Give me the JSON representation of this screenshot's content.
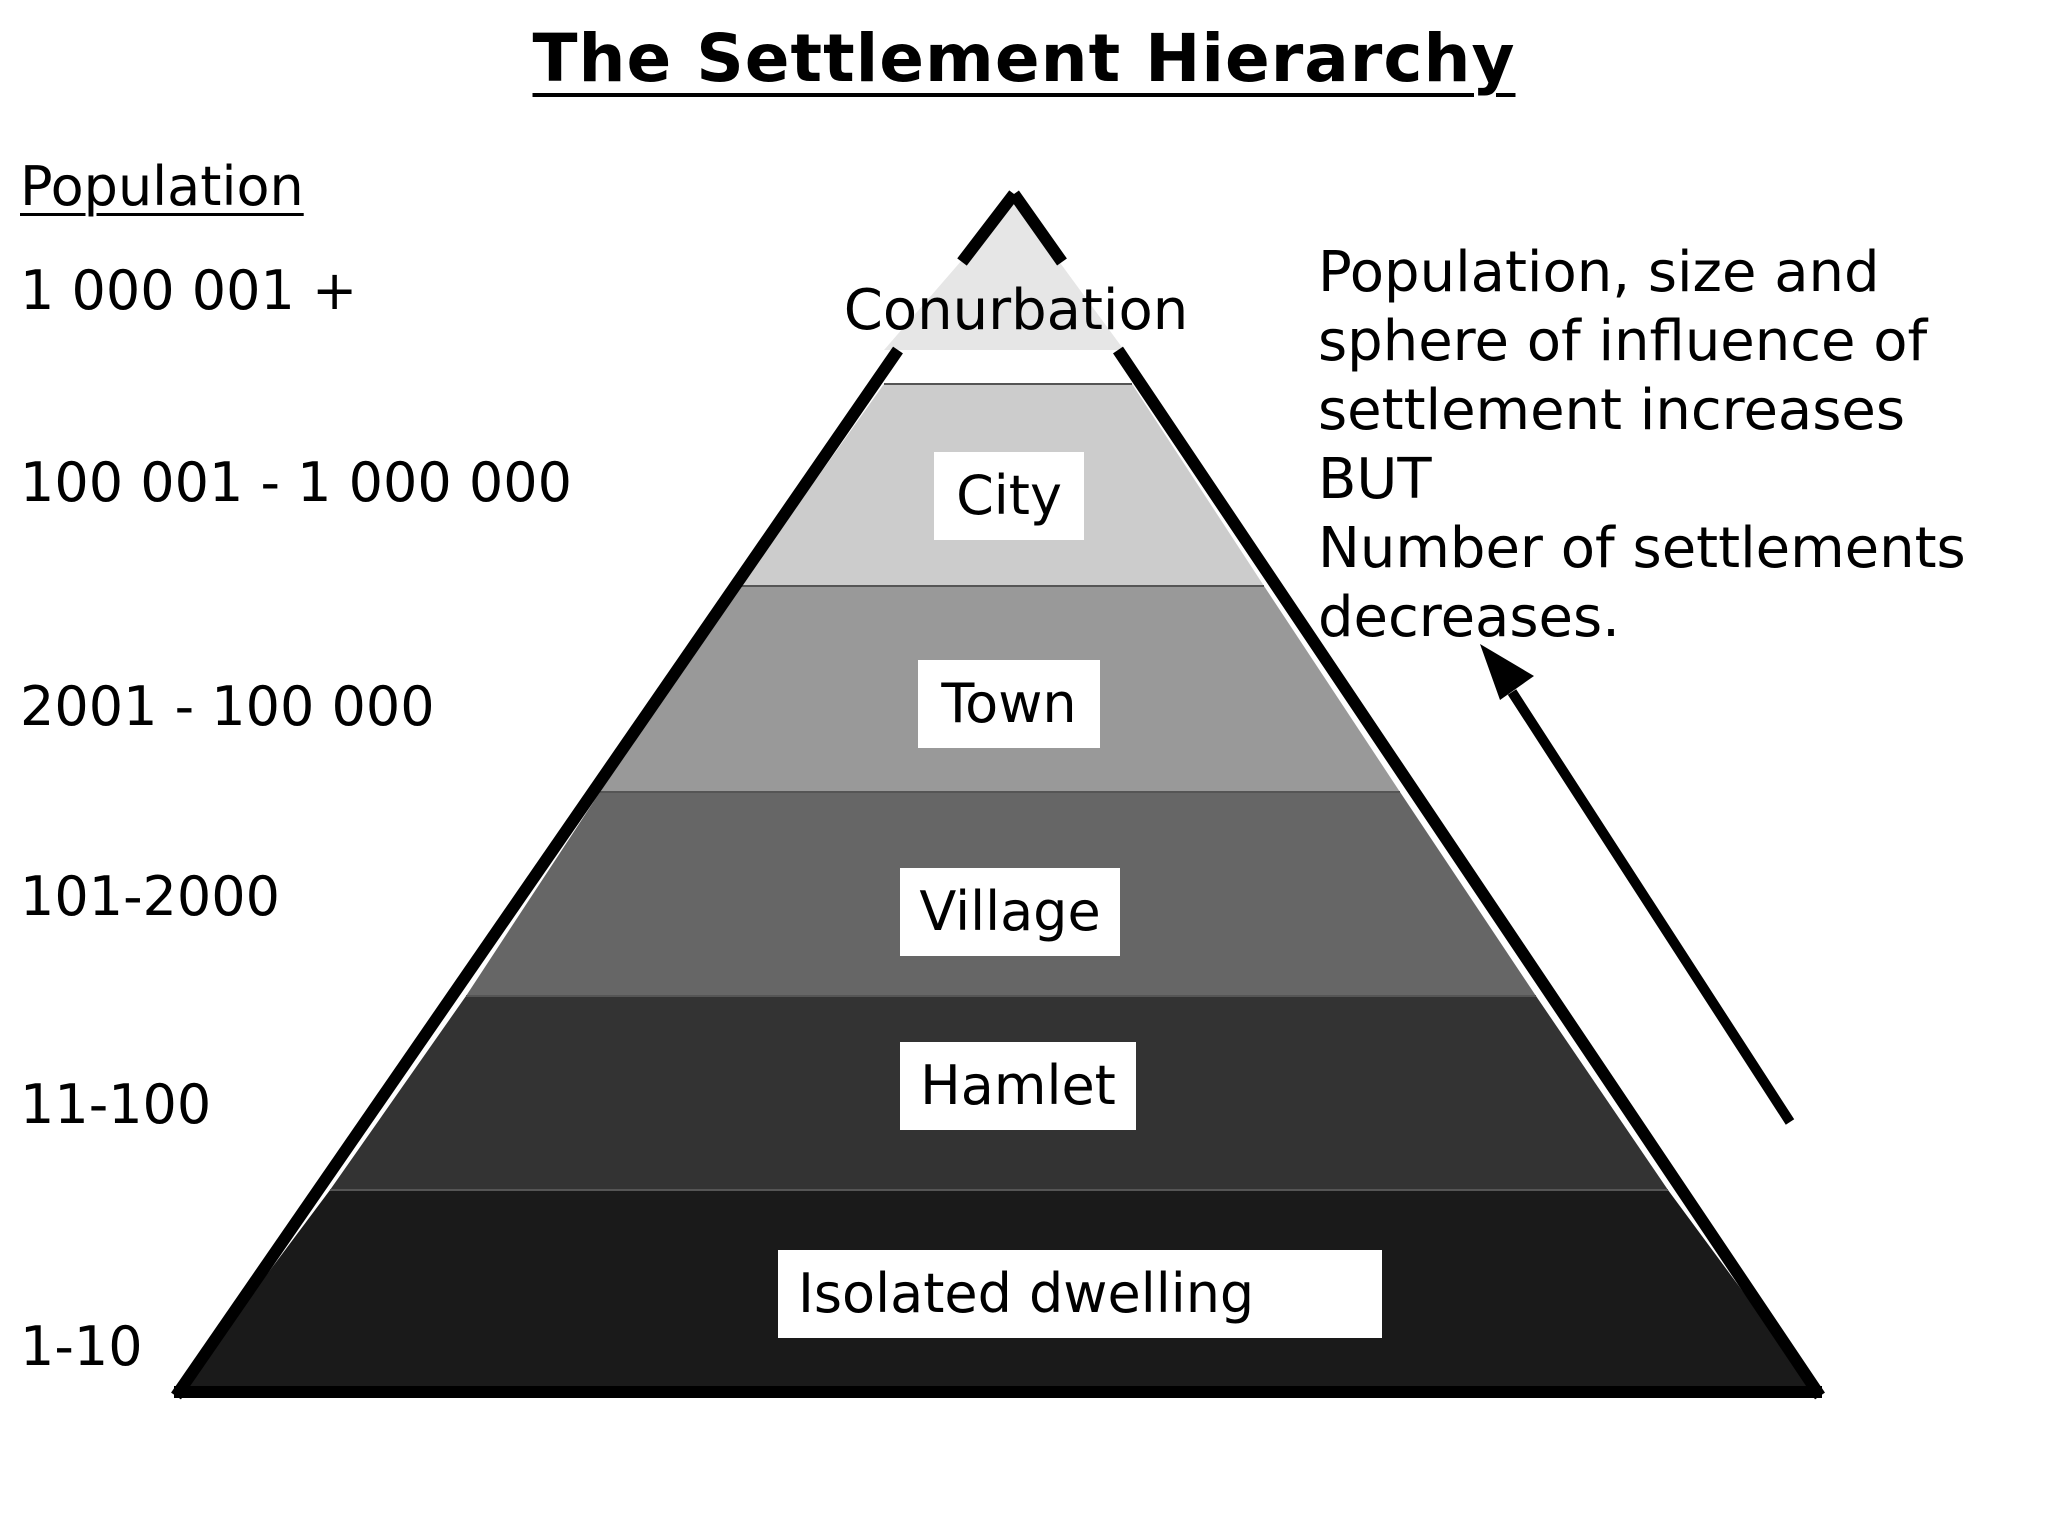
{
  "title": "The Settlement Hierarchy",
  "population_heading": "Population",
  "tiers": [
    {
      "name": "Conurbation",
      "population": "1 000 001 +"
    },
    {
      "name": "City",
      "population": "100 001 - 1 000 000"
    },
    {
      "name": "Town",
      "population": "2001 - 100 000"
    },
    {
      "name": "Village",
      "population": "101-2000"
    },
    {
      "name": "Hamlet",
      "population": "11-100"
    },
    {
      "name": "Isolated dwelling",
      "population": "1-10"
    }
  ],
  "note_lines": [
    "Population, size  and",
    "sphere of influence of",
    "settlement increases",
    "BUT",
    "Number of settlements",
    "decreases."
  ],
  "colors": {
    "background": "#ffffff",
    "outline": "#000000",
    "tier_fills": [
      "#e6e6e6",
      "#cccccc",
      "#999999",
      "#666666",
      "#333333",
      "#1a1a1a"
    ]
  }
}
